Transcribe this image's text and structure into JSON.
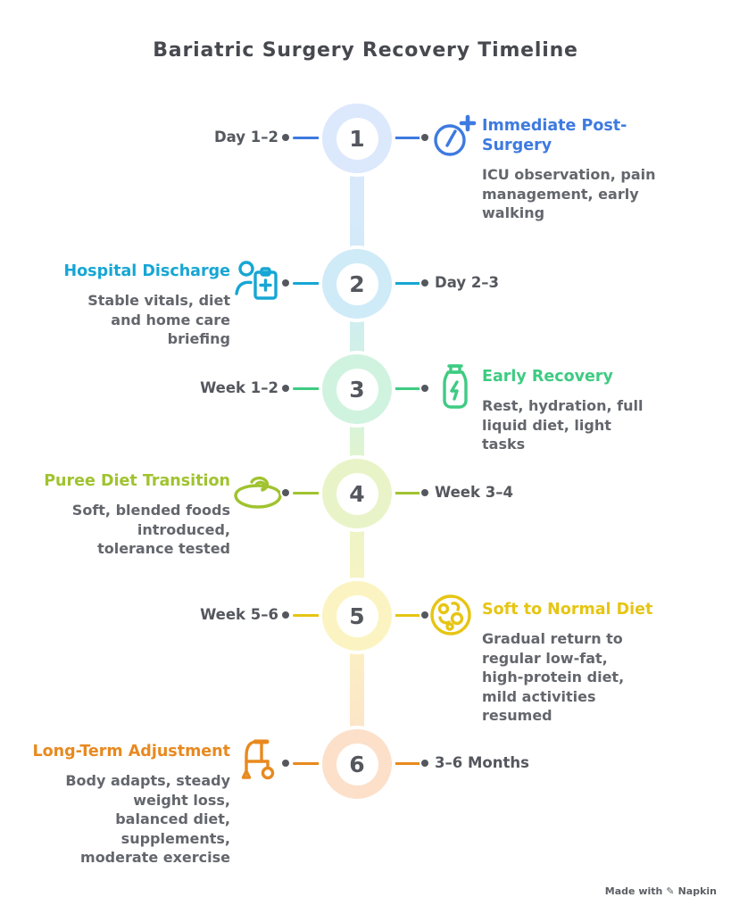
{
  "title": "Bariatric Surgery Recovery Timeline",
  "watermark": {
    "text_prefix": "Made with",
    "brand": "Napkin",
    "icon": "pen-icon"
  },
  "colors": {
    "text_dark": "#47494f",
    "text_gray": "#54575d",
    "desc_gray": "#63666c"
  },
  "stages": [
    {
      "number": "1",
      "side": "right",
      "time_label": "Day 1–2",
      "title": "Immediate Post-Surgery",
      "description": "ICU observation, pain management, early walking",
      "icon": "clock-plus-icon",
      "accent": "#3e7ae0",
      "ring": "#dce8fc"
    },
    {
      "number": "2",
      "side": "left",
      "time_label": "Day 2–3",
      "title": "Hospital Discharge",
      "description": "Stable vitals, diet and home care briefing",
      "icon": "patient-clipboard-icon",
      "accent": "#16a6d4",
      "ring": "#d0ebf8"
    },
    {
      "number": "3",
      "side": "right",
      "time_label": "Week 1–2",
      "title": "Early Recovery",
      "description": "Rest, hydration, full liquid diet, light tasks",
      "icon": "bottle-energy-icon",
      "accent": "#3ecb82",
      "ring": "#d0f3df"
    },
    {
      "number": "4",
      "side": "left",
      "time_label": "Week 3–4",
      "title": "Puree Diet Transition",
      "description": "Soft, blended foods introduced, tolerance tested",
      "icon": "puree-bowl-icon",
      "accent": "#a0c32f",
      "ring": "#e8f4c8"
    },
    {
      "number": "5",
      "side": "right",
      "time_label": "Week 5–6",
      "title": "Soft to Normal Diet",
      "description": "Gradual return to regular low-fat, high-protein diet, mild activities resumed",
      "icon": "food-plate-icon",
      "accent": "#e6c513",
      "ring": "#fbf4c2"
    },
    {
      "number": "6",
      "side": "left",
      "time_label": "3–6 Months",
      "title": "Long-Term Adjustment",
      "description": "Body adapts, steady weight loss, balanced diet, supplements, moderate exercise",
      "icon": "walker-icon",
      "accent": "#e8891f",
      "ring": "#fce0ca"
    }
  ]
}
